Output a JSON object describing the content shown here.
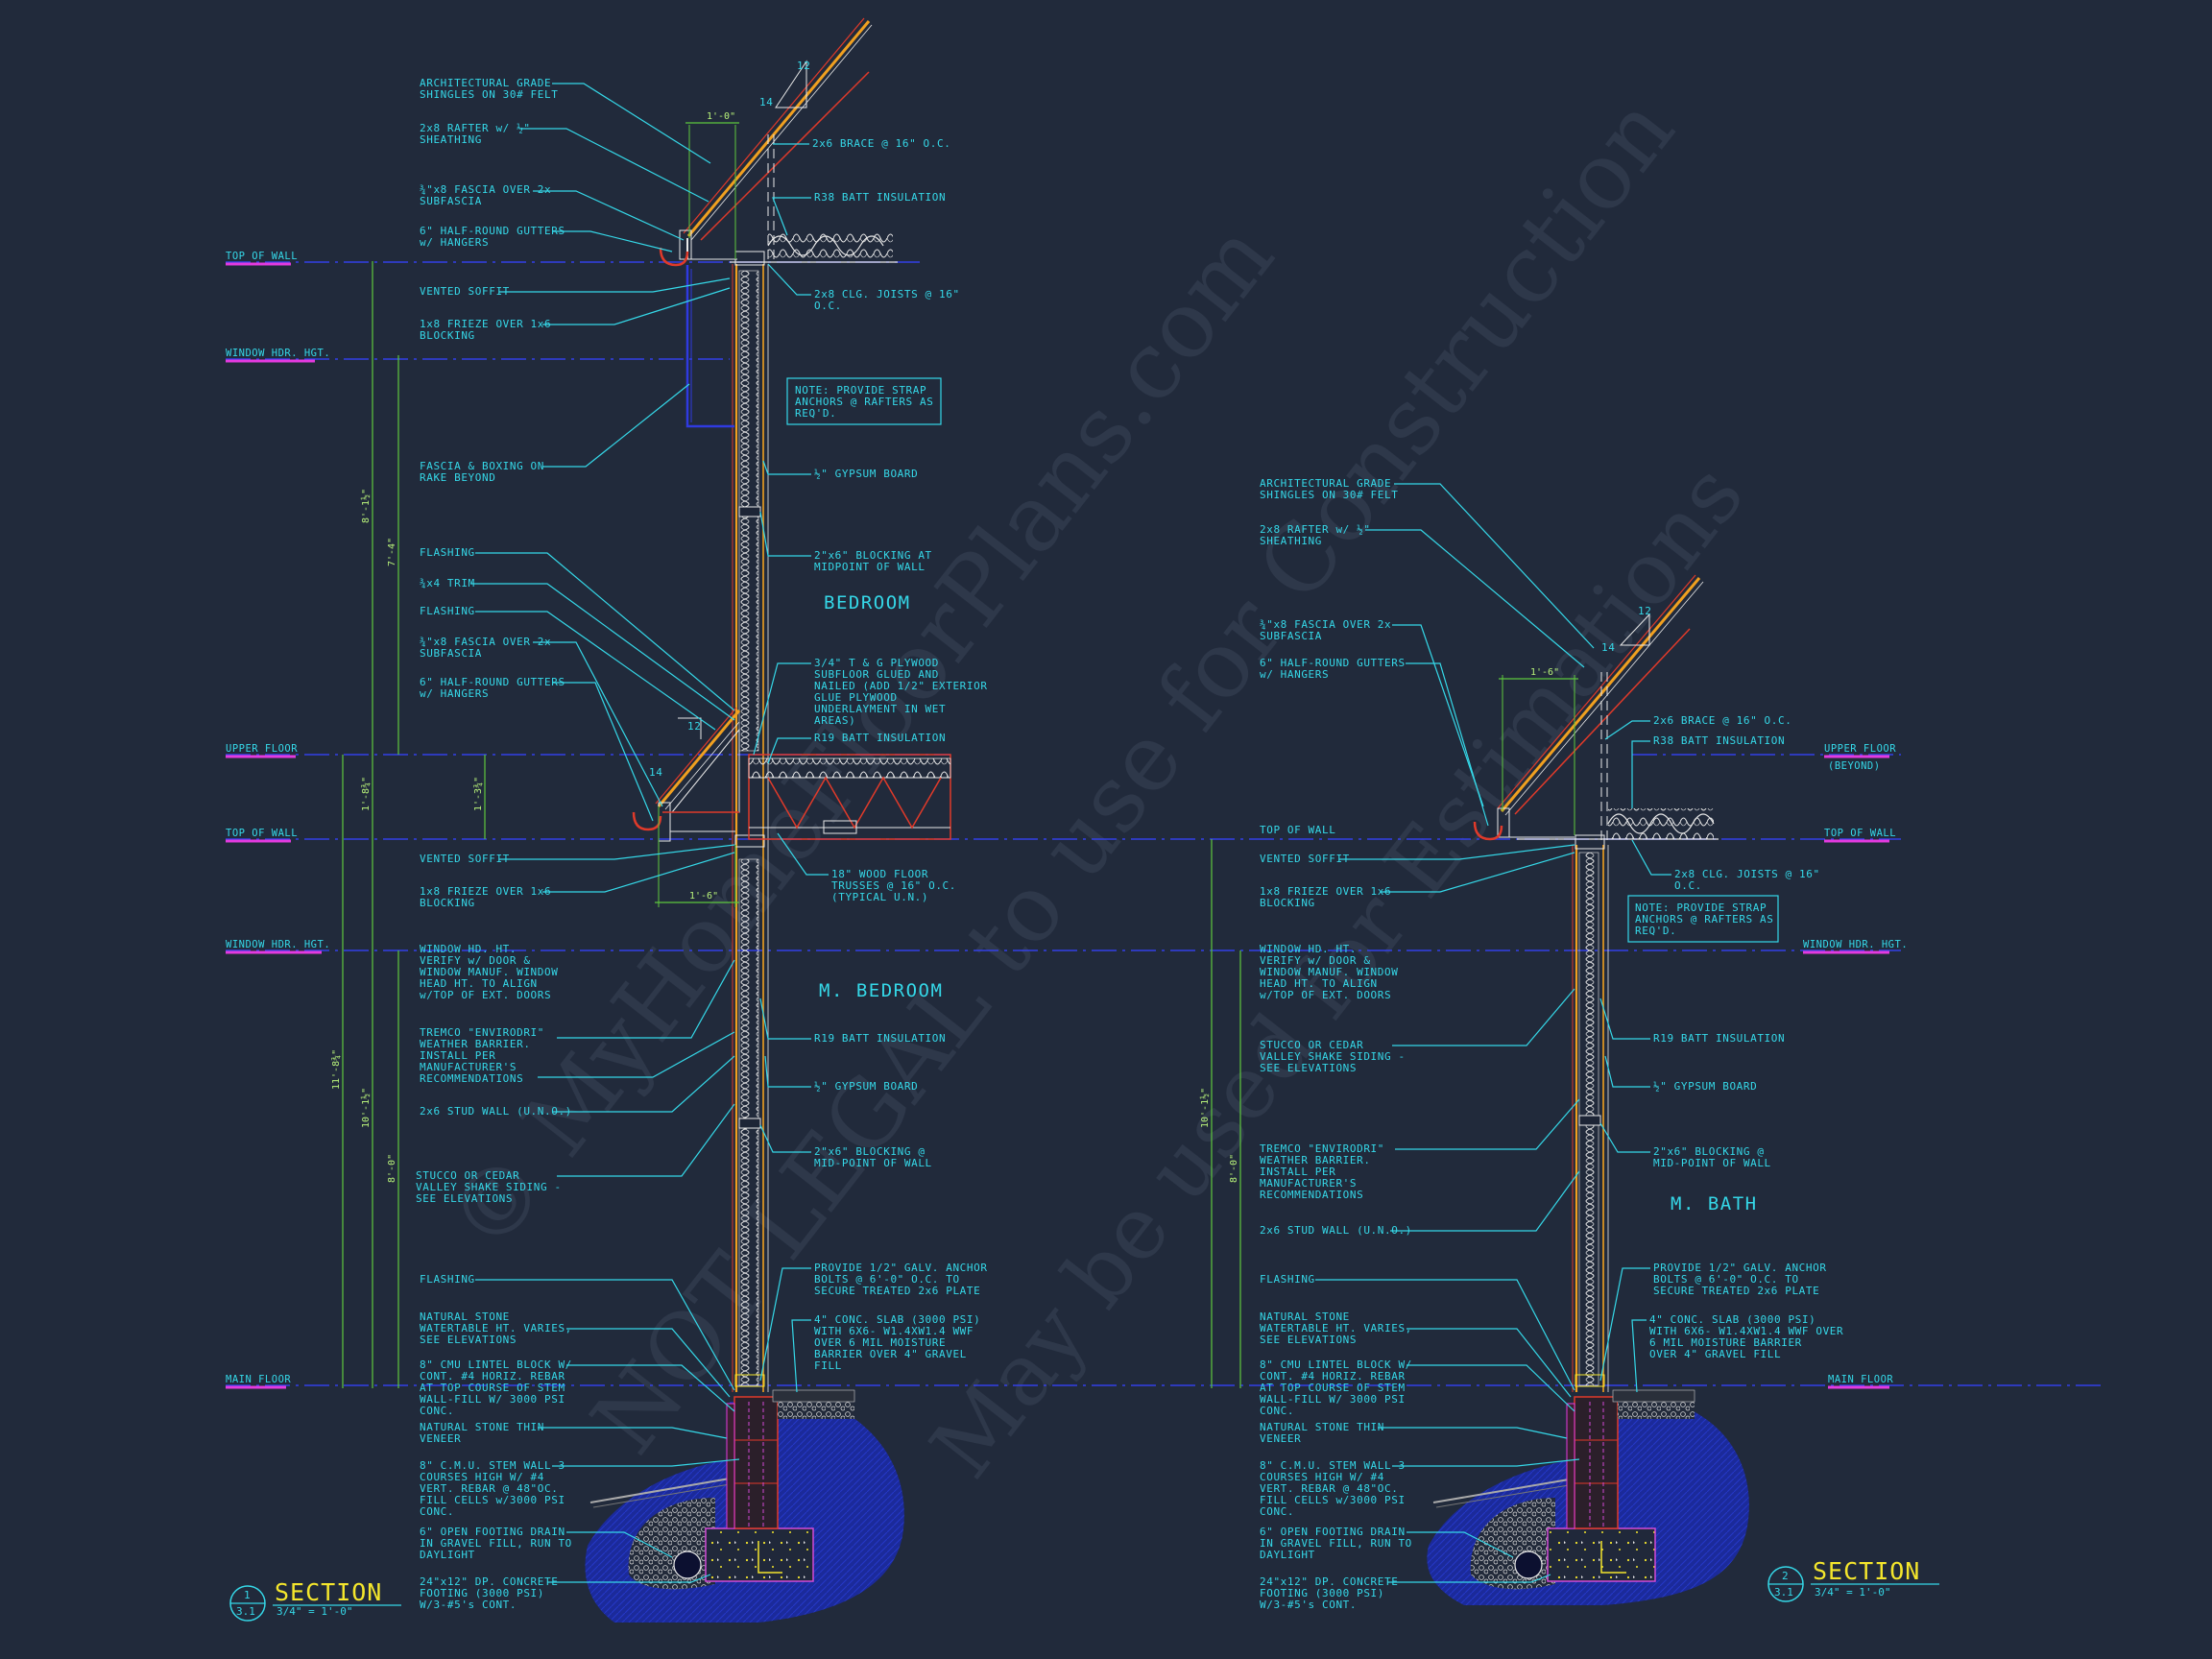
{
  "watermark": {
    "line1": "© MyHomeFloorPlans.com",
    "line2": "NOT LEGAL to use for Construction",
    "line3": "May be used for Estimations"
  },
  "colors": {
    "background": "#212a3b",
    "annotation": "#35d8e8",
    "level_line": "#3340e8",
    "level_tag": "#e43adf",
    "dimension": "#5ec83d",
    "title": "#f4e62c",
    "framing": "#e03a2a",
    "sheathing": "#f0a020",
    "soil": "#1c2a9c"
  },
  "section1": {
    "title": "SECTION",
    "scale": "3/4\" = 1'-0\"",
    "bubble_num": "1",
    "bubble_sheet": "3.1",
    "rooms": {
      "upper": "BEDROOM",
      "lower": "M. BEDROOM"
    },
    "levels": {
      "top_of_wall_upper": "TOP OF WALL",
      "window_hdr_upper": "WINDOW HDR. HGT.",
      "upper_floor": "UPPER FLOOR",
      "top_of_wall_lower": "TOP OF WALL",
      "window_hdr_lower": "WINDOW HDR. HGT.",
      "main_floor": "MAIN FLOOR"
    },
    "dims": {
      "overhang_top": "1'-0\"",
      "overhang_lower": "1'-6\"",
      "d_upper_total": "8'-1½\"",
      "d_upper_win": "7'-4\"",
      "d_floor_a": "1'-8¾\"",
      "d_floor_b": "1'-3¾\"",
      "d_lower_total": "11'-8¾\"",
      "d_lower_mid": "10'-1½\"",
      "d_lower_win": "8'-0\""
    },
    "slope": {
      "rise": "12",
      "run": "14"
    },
    "left_notes": {
      "n1": [
        "ARCHITECTURAL GRADE",
        "SHINGLES ON 30# FELT"
      ],
      "n2": [
        "2x8 RAFTER w/ ½\"",
        "SHEATHING"
      ],
      "n3": [
        "¾\"x8 FASCIA OVER 2x",
        "SUBFASCIA"
      ],
      "n4": [
        "6\" HALF-ROUND  GUTTERS",
        "w/ HANGERS"
      ],
      "n5": [
        "VENTED SOFFIT"
      ],
      "n6": [
        "1x8 FRIEZE OVER 1x6",
        "BLOCKING"
      ],
      "n7": [
        "FASCIA & BOXING ON",
        "RAKE BEYOND"
      ],
      "n8": [
        "FLASHING"
      ],
      "n9": [
        "¾x4 TRIM"
      ],
      "n10": [
        "FLASHING"
      ],
      "n11": [
        "¾\"x8 FASCIA OVER 2x",
        "SUBFASCIA"
      ],
      "n12": [
        "6\" HALF-ROUND  GUTTERS",
        "w/ HANGERS"
      ],
      "n13": [
        "VENTED SOFFIT"
      ],
      "n14": [
        "1x8 FRIEZE OVER 1x6",
        "BLOCKING"
      ],
      "n15": [
        "WINDOW HD. HT.",
        "VERIFY w/ DOOR &",
        "WINDOW MANUF. WINDOW",
        "HEAD HT. TO ALIGN",
        "w/TOP OF EXT. DOORS"
      ],
      "n16": [
        "TREMCO \"ENVIRODRI\"",
        "WEATHER BARRIER.",
        "INSTALL PER",
        "MANUFACTURER'S",
        "RECOMMENDATIONS"
      ],
      "n17": [
        "2x6 STUD WALL (U.N.O.)"
      ],
      "n18": [
        "STUCCO OR CEDAR",
        "VALLEY SHAKE SIDING -",
        "SEE ELEVATIONS"
      ],
      "n19": [
        "FLASHING"
      ],
      "n20": [
        "NATURAL STONE",
        "WATERTABLE HT. VARIES,",
        "SEE ELEVATIONS"
      ],
      "n21": [
        "8\" CMU LINTEL BLOCK W/",
        "CONT. #4 HORIZ. REBAR",
        "AT TOP COURSE OF STEM",
        "WALL-FILL W/ 3000 PSI",
        "CONC."
      ],
      "n22": [
        "NATURAL STONE THIN",
        "VENEER"
      ],
      "n23": [
        "8\" C.M.U. STEM WALL 3",
        "COURSES HIGH W/ #4",
        "VERT. REBAR @ 48\"OC.",
        "FILL CELLS w/3000 PSI",
        "CONC."
      ],
      "n24": [
        "6\" OPEN FOOTING DRAIN",
        "IN GRAVEL FILL, RUN TO",
        "DAYLIGHT"
      ],
      "n25": [
        "24\"x12\" DP. CONCRETE",
        "FOOTING (3000 PSI)",
        "W/3-#5's CONT."
      ]
    },
    "right_notes": {
      "r1": [
        "2x6 BRACE @ 16\" O.C."
      ],
      "r2": [
        "R38 BATT INSULATION"
      ],
      "r3": [
        "2x8 CLG. JOISTS @ 16\"",
        "O.C."
      ],
      "r4": [
        "NOTE: PROVIDE STRAP",
        "ANCHORS @ RAFTERS AS",
        "REQ'D."
      ],
      "r5": [
        "½\" GYPSUM BOARD"
      ],
      "r6": [
        "2\"x6\" BLOCKING AT",
        "MIDPOINT OF WALL"
      ],
      "r7": [
        "3/4\" T & G PLYWOOD",
        "SUBFLOOR GLUED AND",
        "NAILED (ADD 1/2\" EXTERIOR",
        "GLUE PLYWOOD",
        "UNDERLAYMENT IN WET",
        "AREAS)"
      ],
      "r8": [
        "R19 BATT INSULATION"
      ],
      "r9": [
        "18\" WOOD FLOOR",
        "TRUSSES @ 16\" O.C.",
        "(TYPICAL U.N.)"
      ],
      "r10": [
        "R19 BATT INSULATION"
      ],
      "r11": [
        "½\" GYPSUM BOARD"
      ],
      "r12": [
        "2\"x6\" BLOCKING @",
        "MID-POINT OF WALL"
      ],
      "r13": [
        "PROVIDE 1/2\" GALV. ANCHOR",
        "BOLTS @ 6'-0\" O.C. TO",
        "SECURE TREATED 2x6 PLATE"
      ],
      "r14": [
        "4\" CONC. SLAB (3000 PSI)",
        "WITH 6X6- W1.4XW1.4 WWF",
        "OVER 6 MIL MOISTURE",
        "BARRIER OVER 4\" GRAVEL",
        "FILL"
      ]
    }
  },
  "section2": {
    "title": "SECTION",
    "scale": "3/4\" = 1'-0\"",
    "bubble_num": "2",
    "bubble_sheet": "3.1",
    "room": "M. BATH",
    "levels": {
      "upper_floor": "UPPER FLOOR",
      "upper_floor_sub": "(BEYOND)",
      "top_of_wall_big": "TOP OF WALL",
      "top_of_wall": "TOP OF WALL",
      "window_hdr": "WINDOW HDR. HGT.",
      "main_floor": "MAIN FLOOR"
    },
    "dims": {
      "overhang": "1'-6\"",
      "d_total": "10'-1½\"",
      "d_win": "8'-0\""
    },
    "slope": {
      "rise": "12",
      "run": "14"
    },
    "left_notes": {
      "n1": [
        "ARCHITECTURAL GRADE",
        "SHINGLES ON 30# FELT"
      ],
      "n2": [
        "2x8 RAFTER w/ ½\"",
        "SHEATHING"
      ],
      "n3": [
        "¾\"x8 FASCIA OVER 2x",
        "SUBFASCIA"
      ],
      "n4": [
        "6\" HALF-ROUND  GUTTERS",
        "w/ HANGERS"
      ],
      "n5": [
        "VENTED SOFFIT"
      ],
      "n6": [
        "1x8 FRIEZE OVER 1x6",
        "BLOCKING"
      ],
      "n7": [
        "WINDOW HD. HT.",
        "VERIFY w/ DOOR &",
        "WINDOW MANUF. WINDOW",
        "HEAD HT. TO ALIGN",
        "w/TOP OF EXT. DOORS"
      ],
      "n8": [
        "STUCCO OR CEDAR",
        "VALLEY SHAKE SIDING -",
        "SEE ELEVATIONS"
      ],
      "n9": [
        "TREMCO \"ENVIRODRI\"",
        "WEATHER BARRIER.",
        "INSTALL PER",
        "MANUFACTURER'S",
        "RECOMMENDATIONS"
      ],
      "n10": [
        "2x6 STUD WALL (U.N.O.)"
      ],
      "n11": [
        "FLASHING"
      ],
      "n12": [
        "NATURAL STONE",
        "WATERTABLE HT. VARIES,",
        "SEE ELEVATIONS"
      ],
      "n13": [
        "8\" CMU LINTEL BLOCK W/",
        "CONT. #4 HORIZ. REBAR",
        "AT TOP COURSE OF STEM",
        "WALL-FILL W/ 3000 PSI",
        "CONC."
      ],
      "n14": [
        "NATURAL STONE THIN",
        "VENEER"
      ],
      "n15": [
        "8\" C.M.U. STEM WALL 3",
        "COURSES HIGH W/ #4",
        "VERT. REBAR @ 48\"OC.",
        "FILL CELLS w/3000 PSI",
        "CONC."
      ],
      "n16": [
        "6\" OPEN FOOTING DRAIN",
        "IN GRAVEL FILL, RUN TO",
        "DAYLIGHT"
      ],
      "n17": [
        "24\"x12\" DP. CONCRETE",
        "FOOTING (3000 PSI)",
        "W/3-#5's CONT."
      ]
    },
    "right_notes": {
      "r1": [
        "2x6 BRACE @ 16\" O.C."
      ],
      "r2": [
        "R38 BATT INSULATION"
      ],
      "r3": [
        "2x8 CLG. JOISTS @ 16\"",
        "O.C."
      ],
      "r4": [
        "NOTE: PROVIDE STRAP",
        "ANCHORS @ RAFTERS AS",
        "REQ'D."
      ],
      "r5": [
        "R19 BATT INSULATION"
      ],
      "r6": [
        "½\" GYPSUM BOARD"
      ],
      "r7": [
        "2\"x6\" BLOCKING @",
        "MID-POINT OF WALL"
      ],
      "r8": [
        "PROVIDE 1/2\" GALV. ANCHOR",
        "BOLTS @ 6'-0\" O.C. TO",
        "SECURE TREATED 2x6 PLATE"
      ],
      "r9": [
        "4\" CONC. SLAB (3000 PSI)",
        "WITH 6X6- W1.4XW1.4 WWF OVER",
        "6 MIL MOISTURE BARRIER",
        "OVER 4\" GRAVEL FILL"
      ]
    }
  }
}
